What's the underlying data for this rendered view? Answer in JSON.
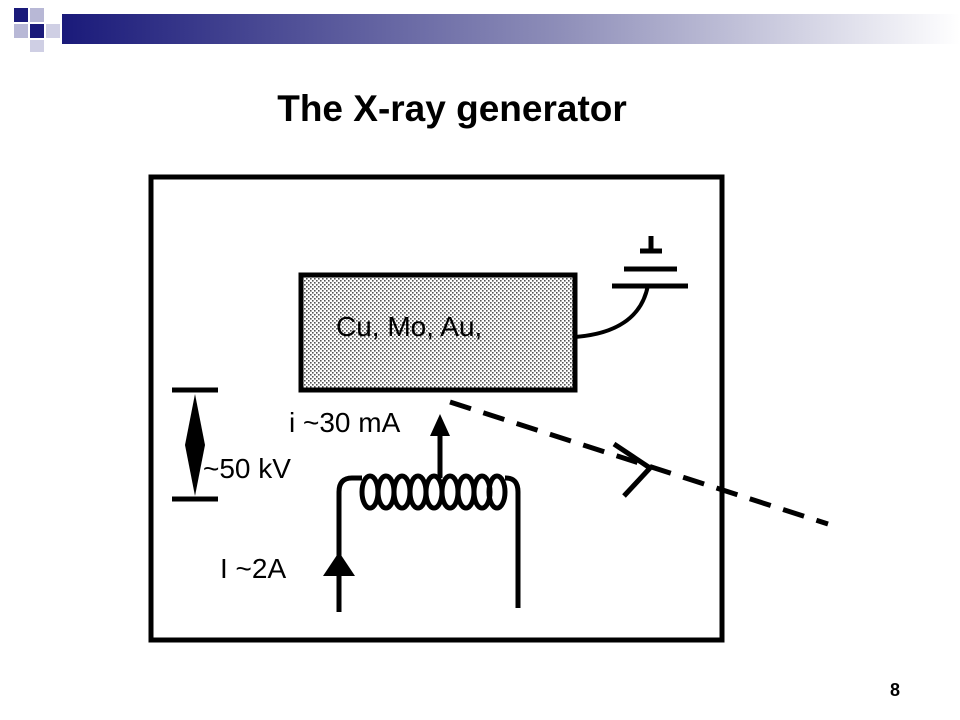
{
  "slide": {
    "title": "The X-ray generator",
    "page_number": "8"
  },
  "diagram": {
    "anode_label": "Cu, Mo, Au,",
    "tube_current_label": "i ~30 mA",
    "voltage_label": "~50 kV",
    "filament_current_label": "I ~2A"
  },
  "theme": {
    "accent_dark": "#1a1a7a",
    "accent_light": "#d6d6e8"
  }
}
